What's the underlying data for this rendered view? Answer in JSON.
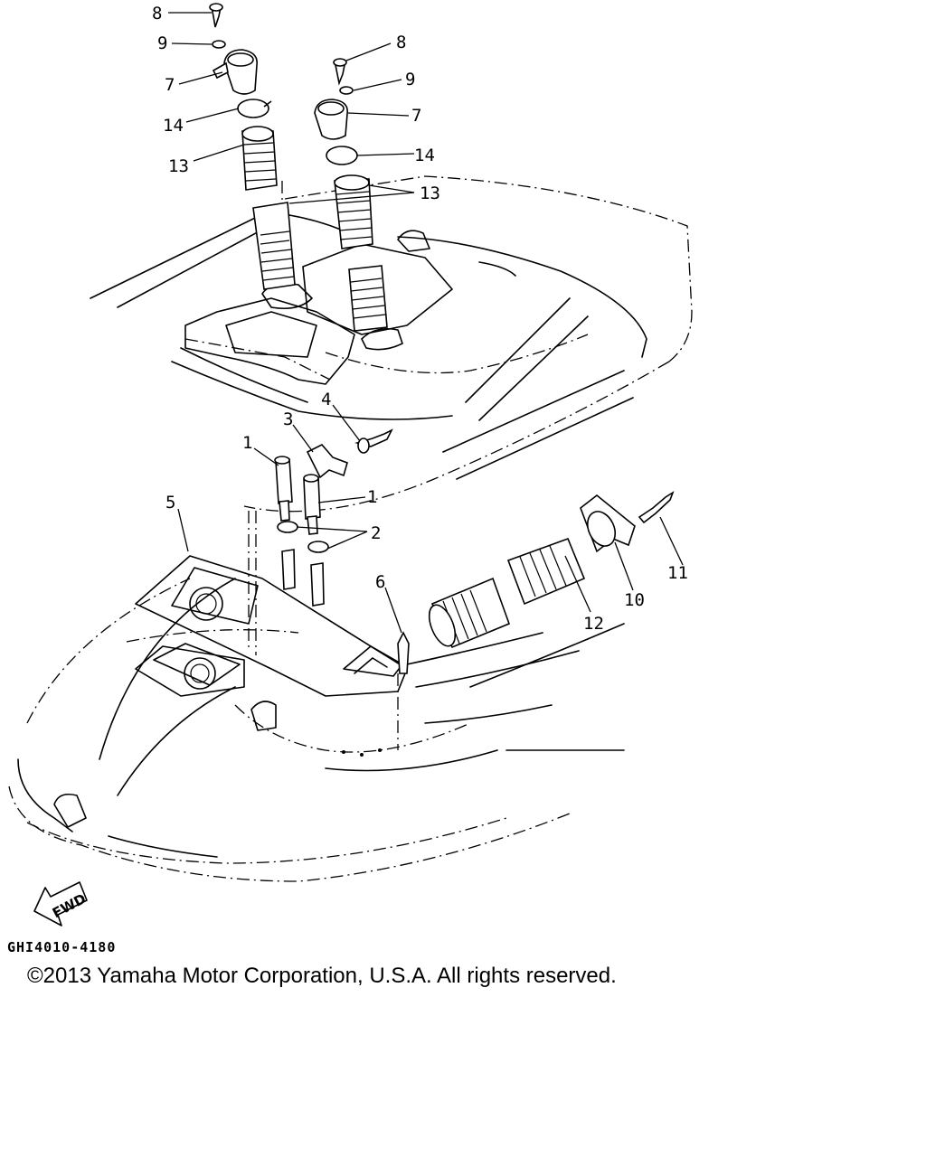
{
  "diagram": {
    "callouts": [
      "1",
      "1",
      "2",
      "3",
      "4",
      "5",
      "6",
      "7",
      "7",
      "8",
      "8",
      "9",
      "9",
      "10",
      "11",
      "12",
      "13",
      "13",
      "14",
      "14"
    ],
    "fwd_label": "FWD"
  },
  "footer": {
    "doc_code": "GHI4010-4180",
    "copyright": "©2013 Yamaha Motor Corporation, U.S.A. All rights reserved."
  }
}
